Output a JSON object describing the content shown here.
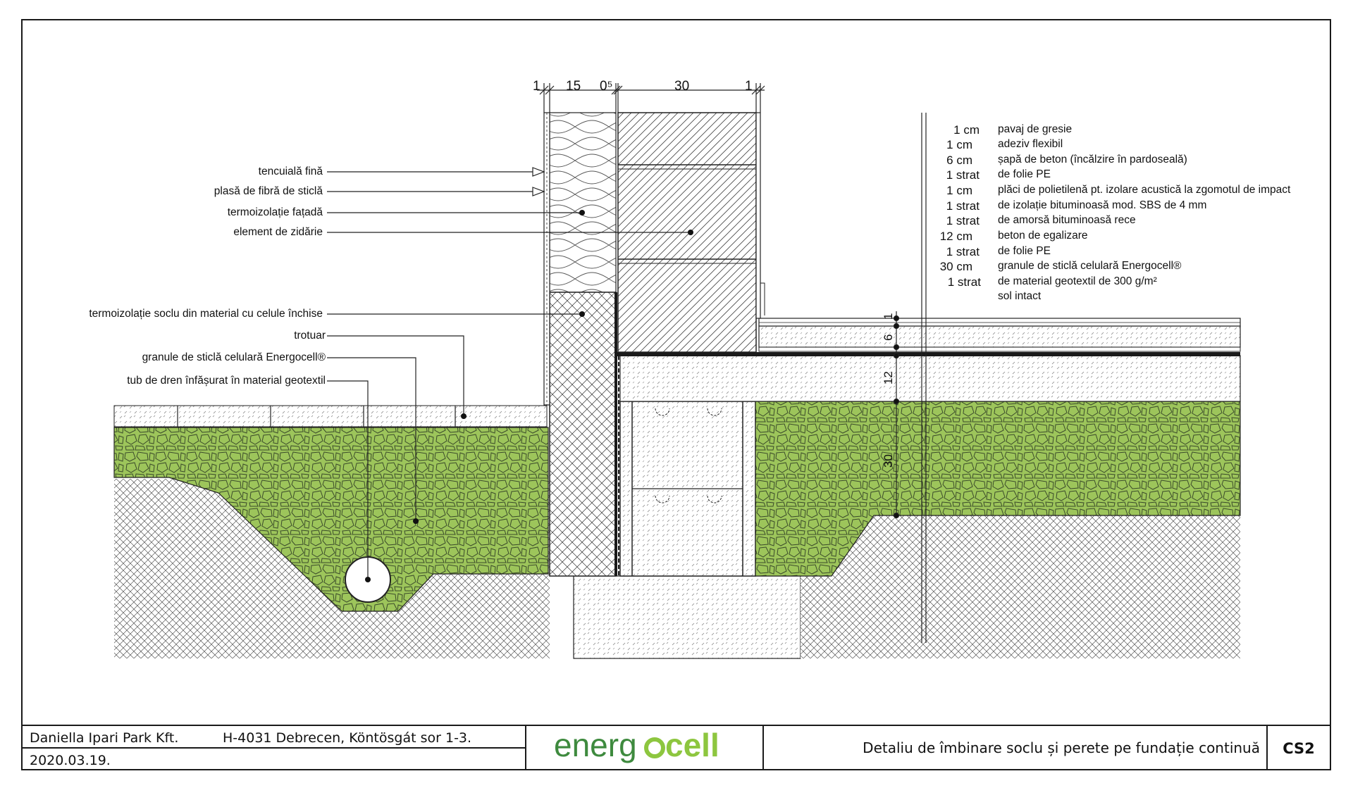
{
  "dimensions_top": [
    "1",
    "15",
    "0⁵",
    "30",
    "1"
  ],
  "dimensions_vertical": [
    "1",
    "6",
    "12",
    "30"
  ],
  "left_labels": [
    "tencuială fină",
    "plasă de fibră de sticlă",
    "termoizolație fațadă",
    "element de zidărie",
    "termoizolație soclu din material cu celule închise",
    "trotuar",
    "granule de sticlă celulară Energocell®",
    "tub de dren înfășurat în material geotextil"
  ],
  "layers": [
    {
      "thickness": "1 cm",
      "description": "pavaj de gresie"
    },
    {
      "thickness": "1 cm",
      "description": "adeziv flexibil"
    },
    {
      "thickness": "6 cm",
      "description": "șapă de beton (încălzire în pardoseală)"
    },
    {
      "thickness": "1 strat",
      "description": "de folie PE"
    },
    {
      "thickness": "1 cm",
      "description": "plăci de polietilenă pt. izolare acustică la zgomotul de impact"
    },
    {
      "thickness": "1 strat",
      "description": "de izolație bituminoasă mod. SBS de 4 mm"
    },
    {
      "thickness": "1 strat",
      "description": "de amorsă bituminoasă rece"
    },
    {
      "thickness": "12 cm",
      "description": "beton de egalizare"
    },
    {
      "thickness": "1 strat",
      "description": "de folie PE"
    },
    {
      "thickness": "30 cm",
      "description": "granule de sticlă celulară Energocell®"
    },
    {
      "thickness": "1 strat",
      "description": "de material geotextil de 300 g/m²"
    },
    {
      "thickness": "",
      "description": "sol intact"
    }
  ],
  "title_block": {
    "company": "Daniella Ipari Park Kft.",
    "address": "H-4031 Debrecen, Köntösgát sor 1-3.",
    "date": "2020.03.19.",
    "logo_text_1": "energ",
    "logo_text_2": "cell",
    "drawing_title": "Detaliu de îmbinare soclu și perete pe fundație continuă",
    "drawing_code": "CS2"
  },
  "colors": {
    "green_fill": "#9dc55b",
    "logo_green_dark": "#3e8a3e",
    "logo_green_light": "#8dc63f",
    "line": "#1a1a1a"
  }
}
